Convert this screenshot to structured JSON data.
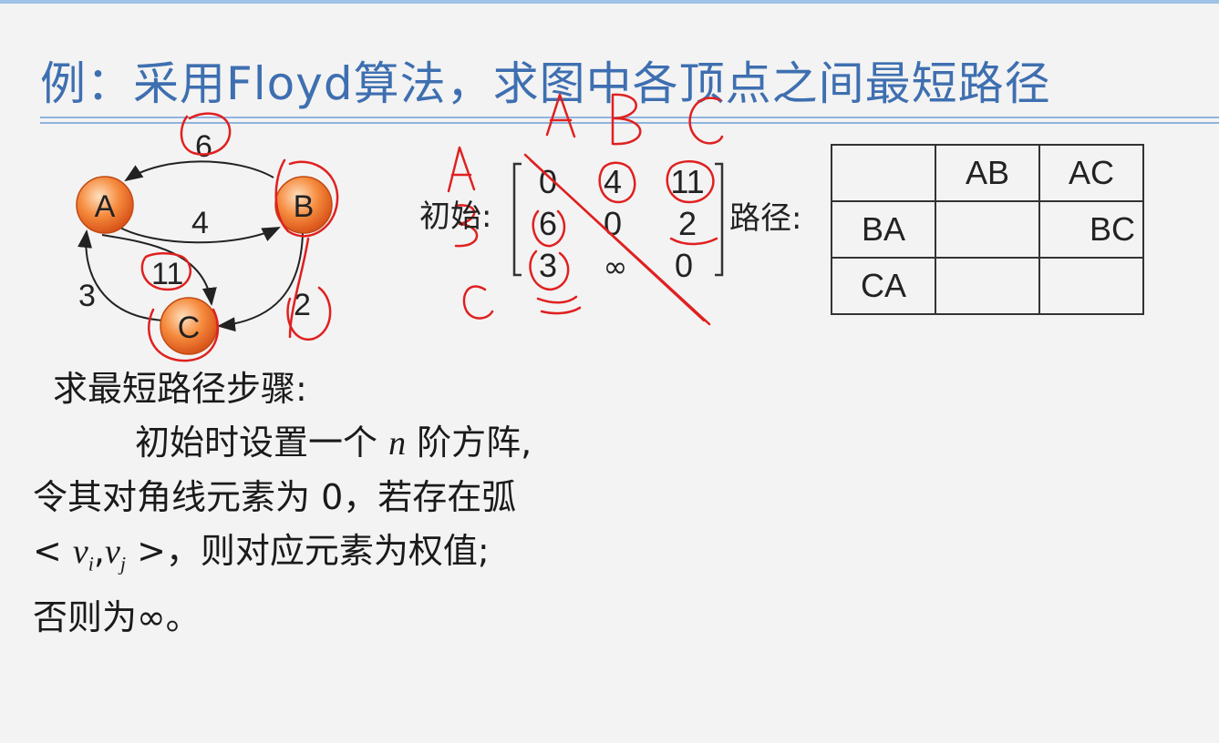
{
  "slide": {
    "title": "例：采用Floyd算法，求图中各顶点之间最短路径"
  },
  "graph": {
    "nodes": [
      {
        "id": "A",
        "label": "A"
      },
      {
        "id": "B",
        "label": "B"
      },
      {
        "id": "C",
        "label": "C"
      }
    ],
    "edges": [
      {
        "from": "B",
        "to": "A",
        "weight": "6"
      },
      {
        "from": "A",
        "to": "B",
        "weight": "4"
      },
      {
        "from": "A",
        "to": "C",
        "weight": "11"
      },
      {
        "from": "C",
        "to": "A",
        "weight": "3"
      },
      {
        "from": "B",
        "to": "C",
        "weight": "2"
      }
    ],
    "colors": {
      "node_fill": "#f07c2c",
      "node_center": "#ffd9b0",
      "edge": "#222222"
    }
  },
  "matrix": {
    "label": "初始:",
    "rows": [
      [
        "0",
        "4",
        "11"
      ],
      [
        "6",
        "0",
        "2"
      ],
      [
        "3",
        "∞",
        "0"
      ]
    ]
  },
  "path_table": {
    "label": "路径:",
    "rows": [
      [
        "",
        "AB",
        "AC"
      ],
      [
        "BA",
        "",
        "BC"
      ],
      [
        "CA",
        "",
        ""
      ]
    ]
  },
  "steps": {
    "heading": "求最短路径步骤:",
    "line1_pre": "初始时设置一个 ",
    "line1_n": "n",
    "line1_post": " 阶方阵,",
    "line2": "令其对角线元素为 0，若存在弧",
    "line3_open": "< ",
    "line3_v": "v",
    "line3_i": "i",
    "line3_comma": ",",
    "line3_j": "j",
    "line3_close": " >，则对应元素为权值;",
    "line4": "否则为∞。"
  },
  "annotations": {
    "col_letters": [
      "A",
      "B",
      "C"
    ],
    "row_letters": [
      "A",
      "B",
      "C"
    ],
    "ink_color": "#e02020"
  }
}
